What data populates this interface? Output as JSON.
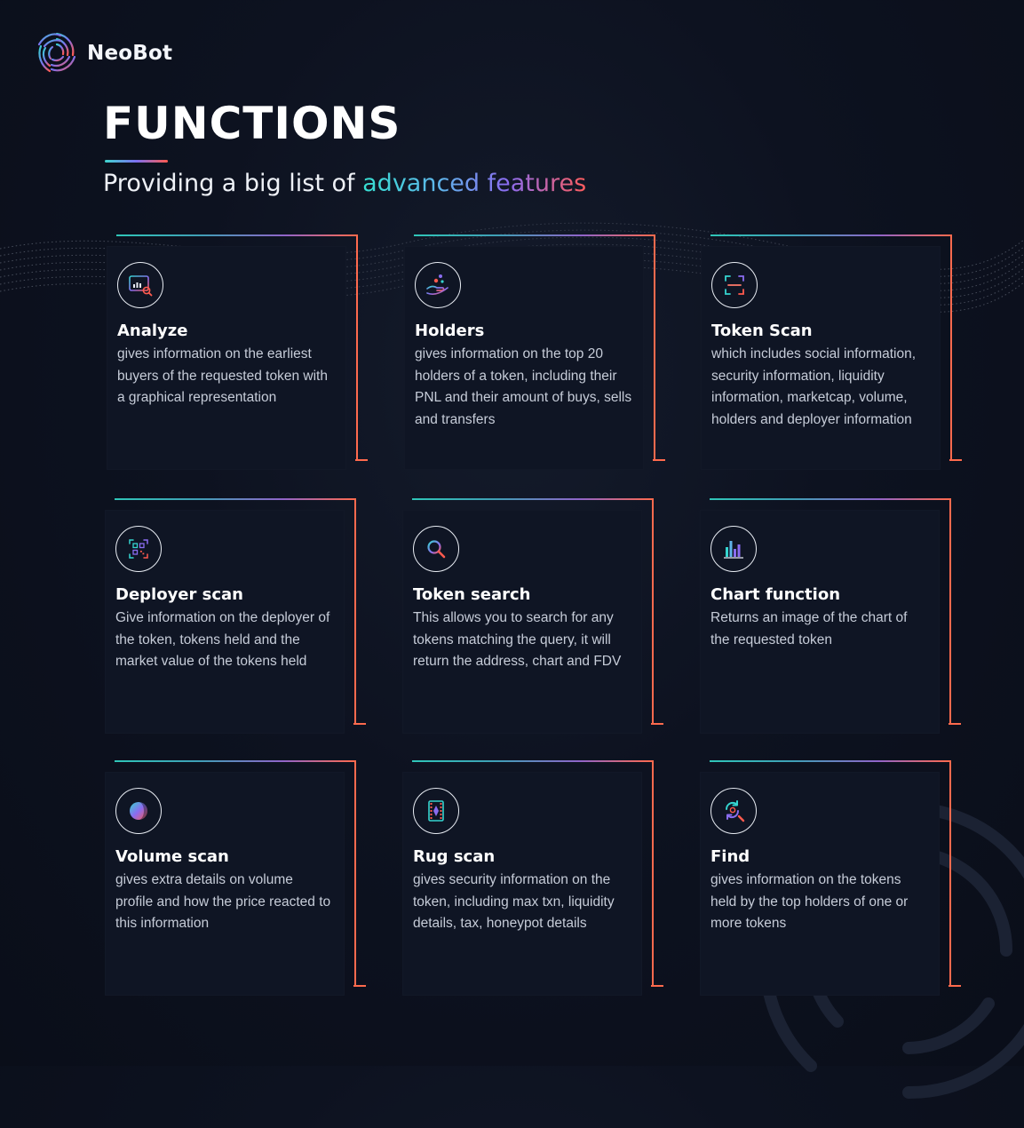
{
  "brand": {
    "name": "NeoBot",
    "logo_icon": "spiral-logo-icon"
  },
  "header": {
    "title": "FUNCTIONS",
    "subtitle_prefix": "Providing a big list of",
    "subtitle_highlight": "advanced features"
  },
  "colors": {
    "background": "#0d1220",
    "card": "#0f1524",
    "accent_teal": "#2fc6b8",
    "accent_purple": "#8a6cf0",
    "accent_coral": "#ff6a4d"
  },
  "features": [
    {
      "title": "Analyze",
      "icon": "analytics-browser-icon",
      "description": "gives information on the earliest buyers of the requested token with a graphical representation"
    },
    {
      "title": "Holders",
      "icon": "hand-coins-icon",
      "description": "gives information on the top 20 holders of a token, including their PNL and their amount of buys, sells and transfers"
    },
    {
      "title": "Token Scan",
      "icon": "scan-frame-icon",
      "description": "which includes social information, security information, liquidity information, marketcap, volume, holders and deployer information"
    },
    {
      "title": "Deployer scan",
      "icon": "qr-scan-icon",
      "description": "Give information on the deployer of the token, tokens held and the market value of the tokens held"
    },
    {
      "title": "Token search",
      "icon": "search-icon",
      "description": "This allows you to search for any tokens matching the query, it will return the address, chart and FDV"
    },
    {
      "title": "Chart function",
      "icon": "bar-chart-icon",
      "description": "Returns an image of the chart of the requested token"
    },
    {
      "title": "Volume scan",
      "icon": "volume-orb-icon",
      "description": "gives extra details on volume profile and how the price reacted to this information"
    },
    {
      "title": "Rug scan",
      "icon": "shield-film-icon",
      "description": "gives security information on the token, including max txn, liquidity details, tax, honeypot details"
    },
    {
      "title": "Find",
      "icon": "refresh-search-icon",
      "description": "gives information on the tokens held by the top holders of one or more tokens"
    }
  ]
}
